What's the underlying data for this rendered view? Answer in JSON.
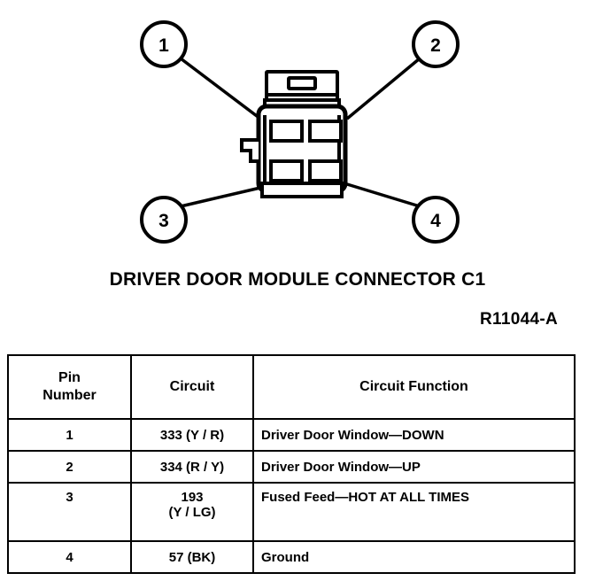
{
  "diagram": {
    "title": "DRIVER DOOR MODULE CONNECTOR C1",
    "reference_code": "R11044-A",
    "callouts": [
      {
        "label": "1",
        "position": "top-left"
      },
      {
        "label": "2",
        "position": "top-right"
      },
      {
        "label": "3",
        "position": "bottom-left"
      },
      {
        "label": "4",
        "position": "bottom-right"
      }
    ],
    "connector": {
      "name": "driver-door-module-connector",
      "cavity_count": 4,
      "cavity_layout": "2x2"
    },
    "colors": {
      "ink": "#000000",
      "background": "#ffffff"
    }
  },
  "table": {
    "headers": {
      "pin": "Pin\nNumber",
      "pin_line1": "Pin",
      "pin_line2": "Number",
      "circuit": "Circuit",
      "function": "Circuit Function"
    },
    "rows": [
      {
        "pin": "1",
        "circuit": "333 (Y / R)",
        "circuit_line2": "",
        "function": "Driver Door Window—DOWN"
      },
      {
        "pin": "2",
        "circuit": "334 (R / Y)",
        "circuit_line2": "",
        "function": "Driver Door Window—UP"
      },
      {
        "pin": "3",
        "circuit": "193",
        "circuit_line2": "(Y / LG)",
        "function": "Fused Feed—HOT AT ALL TIMES"
      },
      {
        "pin": "4",
        "circuit": "57 (BK)",
        "circuit_line2": "",
        "function": "Ground"
      }
    ]
  }
}
